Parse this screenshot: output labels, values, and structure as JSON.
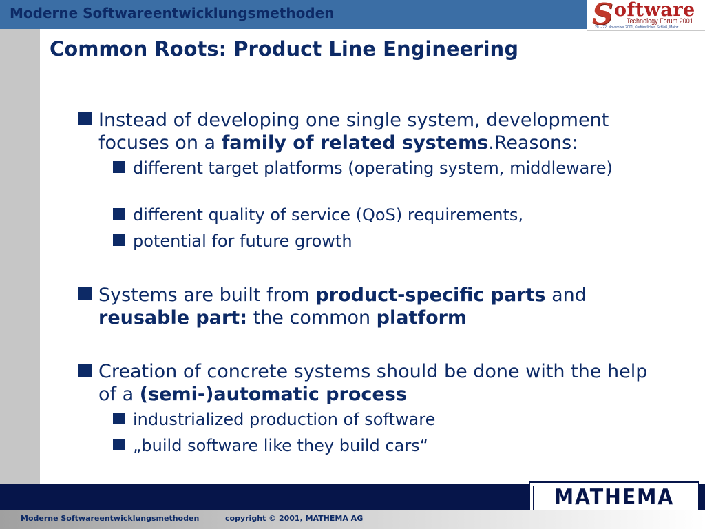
{
  "header": {
    "title": "Moderne Softwareentwicklungsmethoden"
  },
  "logo_software": {
    "initial": "S",
    "word": "oftware",
    "subtitle": "Technology Forum 2001",
    "fineprint": "20. - 22. November 2001, Kurfürstliches Schloß, Mainz"
  },
  "slide": {
    "title": "Common Roots: Product Line Engineering"
  },
  "bullets": {
    "b1": {
      "pre": "Instead of developing one single system, development focuses on a ",
      "bold": "family of related systems",
      "post": ".Reasons:"
    },
    "b1_sub": [
      "different target platforms (operating system, middleware)",
      "different quality of service (QoS) requirements,",
      "potential for future growth"
    ],
    "b2": {
      "t1": "Systems are built from ",
      "b1": "product-specific parts",
      "t2": " and ",
      "b2": "reusable part:",
      "t3": " the common ",
      "b3": "platform"
    },
    "b3": {
      "pre": "Creation of concrete systems should be done with the help of a ",
      "bold": "(semi-)automatic process"
    },
    "b3_sub": [
      "industrialized production of software",
      "„build software like they build cars“"
    ]
  },
  "mathema_logo": "MATHEMA",
  "footer": {
    "left": "Moderne Softwareentwicklungsmethoden",
    "right": "copyright © 2001, MATHEMA AG"
  },
  "colors": {
    "header_bar": "#3b6ea5",
    "text_navy": "#0d2a66",
    "bottom_band": "#06154a",
    "left_rail": "#c6c6c6",
    "logo_red": "#b22222"
  }
}
